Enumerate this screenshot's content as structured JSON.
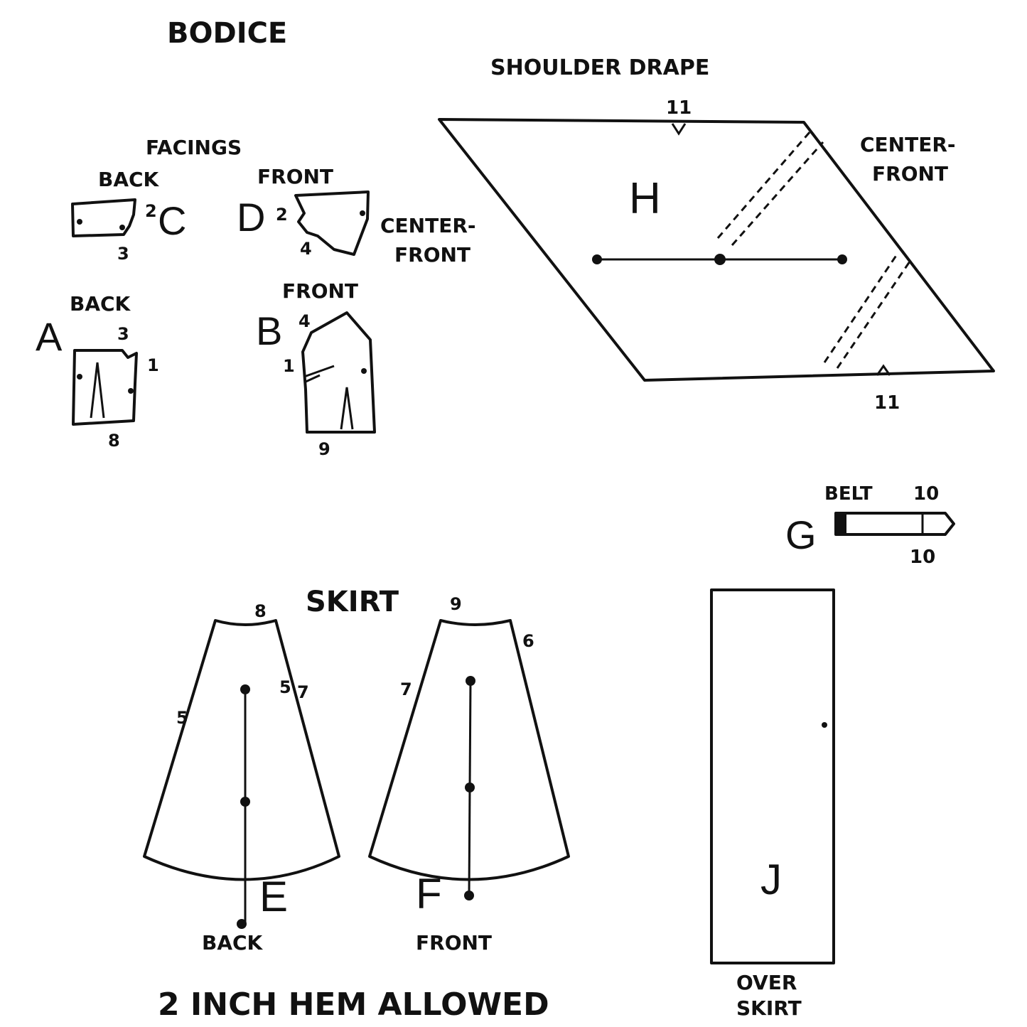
{
  "sections": {
    "bodice": "BODICE",
    "skirt": "SKIRT",
    "shoulder_drape": "SHOULDER DRAPE",
    "facings": "FACINGS",
    "hem_note": "2 INCH HEM ALLOWED"
  },
  "pieces": {
    "a": {
      "letter": "A",
      "label": "BACK",
      "marks": [
        "3",
        "1",
        "8"
      ]
    },
    "b": {
      "letter": "B",
      "label": "FRONT",
      "marks": [
        "4",
        "1",
        "9"
      ]
    },
    "c": {
      "letter": "C",
      "label": "BACK",
      "marks": [
        "2",
        "3"
      ]
    },
    "d": {
      "letter": "D",
      "label": "FRONT",
      "marks": [
        "2",
        "4"
      ],
      "center_front_1": "CENTER-",
      "center_front_2": "FRONT"
    },
    "e": {
      "letter": "E",
      "label": "BACK",
      "marks": [
        "8",
        "5",
        "5",
        "7"
      ]
    },
    "f": {
      "letter": "F",
      "label": "FRONT",
      "marks": [
        "9",
        "6",
        "7"
      ]
    },
    "g": {
      "letter": "G",
      "label": "BELT",
      "marks": [
        "10",
        "10"
      ]
    },
    "h": {
      "letter": "H",
      "marks": [
        "11",
        "11"
      ],
      "center_front_1": "CENTER-",
      "center_front_2": "FRONT"
    },
    "j": {
      "letter": "J",
      "label_1": "OVER",
      "label_2": "SKIRT"
    }
  }
}
